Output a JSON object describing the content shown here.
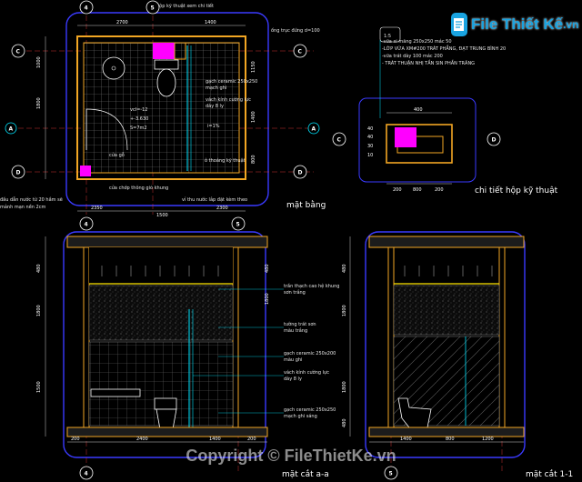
{
  "plan": {
    "top_title": "hộp kỹ thuật xem chi tiết",
    "pipe_note": "ống trục đứng d=100",
    "tile_note_1": "gạch ceramic 250x250",
    "tile_note_2": "mạch ghi",
    "glass_note": "vách kính cường lực",
    "glass_note_2": "dày 8 ly",
    "level_1": "vcl=-12",
    "level_2": "+-3.630",
    "level_3": "S=7m2",
    "slope_text": "i=1%",
    "door_text": "cửa gỗ",
    "window_note": "cửa chớp thông gió khung",
    "floor_drain_note": "ô thoáng kỹ thuật",
    "left_note_1": "đầu dẫn nước từ 20 hầm sẽ",
    "left_note_2": "mảnh mạn nền 2cm",
    "bottom_note": "vỉ thu nước lắp đặt kèm theo",
    "dims_top": [
      "2700",
      "1400"
    ],
    "dims_bottom": [
      "2350",
      "1500",
      "2300"
    ],
    "dims_side": [
      "1000",
      "1800",
      "1150",
      "1400",
      "800"
    ],
    "caption": "mặt bằng"
  },
  "detail": {
    "notes": [
      "-vữa xi măng 250x250 mác 50",
      "-LỚP VỮA XM#200 TRÁT PHẲNG, ĐẠT TRUNG BÌNH 20",
      "-vữa trát dày 100 mác 200",
      "- TRÁT THUẬN NHỊ TẦN SIN PHẦN TRĂNG"
    ],
    "dims_top": [
      "400"
    ],
    "dims_side": [
      "40",
      "40",
      "30",
      "10"
    ],
    "dims_bottom": [
      "200",
      "800",
      "200"
    ],
    "caption": "chi tiết hộp kỹ thuật"
  },
  "section_aa": {
    "notes": [
      "trần thạch cao hệ khung",
      "sơn trắng",
      "tường trát sơn",
      "màu trắng",
      "gạch ceramic 250x200",
      "màu ghi",
      "vách kính cường lực",
      "dày 8 ly",
      "gạch ceramic 250x250",
      "mạch ghi sáng"
    ],
    "dims_side": [
      "480",
      "1800",
      "1500",
      "1800",
      "480"
    ],
    "dims_bottom": [
      "200",
      "2400",
      "1400",
      "200"
    ],
    "caption": "mặt cắt a-a"
  },
  "section_11": {
    "dims_side": [
      "480",
      "1800",
      "1800",
      "480"
    ],
    "dims_bottom": [
      "1400",
      "800",
      "1200"
    ],
    "caption": "mặt cắt 1-1"
  },
  "grid_bubbles": [
    "4",
    "5",
    "4",
    "5",
    "C",
    "D",
    "C",
    "D",
    "C",
    "D",
    "A",
    "A",
    "4",
    "5"
  ],
  "brand": {
    "logo_text": "File Thiết Kế",
    "logo_suffix": ".vn",
    "copyright": "Copyright © FileThietKe.vn"
  },
  "colors": {
    "background": "#000000",
    "wall": "#f2a623",
    "highlight": "#ff00ff",
    "viewport": "#3a3aff",
    "leader": "#00e5ff",
    "grid": "#ff3b3b",
    "brand": "#19a3e0"
  }
}
